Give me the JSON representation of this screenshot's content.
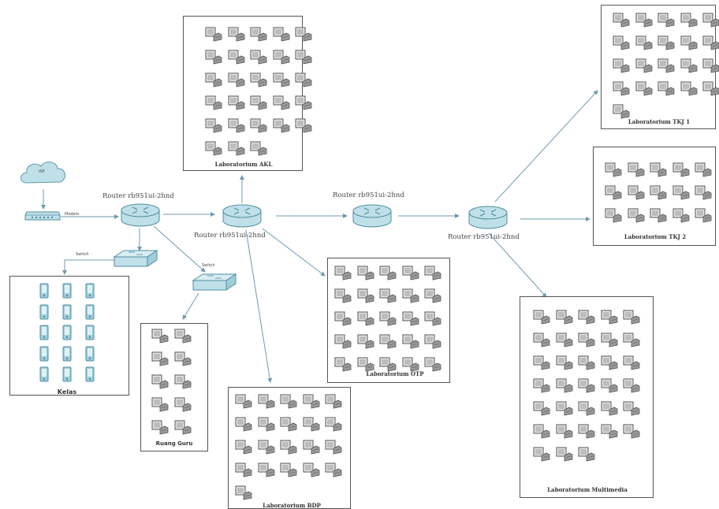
{
  "cloud_label": "ISP",
  "modem_label": "Modem",
  "switch1_label": "Switch",
  "switch2_label": "Switch",
  "routers": [
    {
      "label": "Router rb951ui-2hnd"
    },
    {
      "label": "Router rb951ui-2hnd"
    },
    {
      "label": "Router rb951ui-2hnd"
    },
    {
      "label": "Router rb951ui-2hnd"
    }
  ],
  "rooms": {
    "akl": {
      "label": "Laboratorium AKL",
      "computers": 28
    },
    "tkj1": {
      "label": "Laboratorium TKJ 1",
      "computers": 21
    },
    "tkj2": {
      "label": "Laboratorium TKJ 2",
      "computers": 15
    },
    "otp": {
      "label": "Laboratorium OTP",
      "computers": 25
    },
    "bdp": {
      "label": "Laboratorium BDP",
      "computers": 21
    },
    "multimedia": {
      "label": "Laboratorium Multimedia",
      "computers": 33
    },
    "kelas": {
      "label": "Kelas",
      "phones": 15
    },
    "guru": {
      "label": "Ruang Guru",
      "computers": 10
    }
  },
  "colors": {
    "line": "#6f9aae",
    "device": "#bfe0e8",
    "device_dark": "#4f8ea2",
    "computer": "#8a8a8a"
  }
}
